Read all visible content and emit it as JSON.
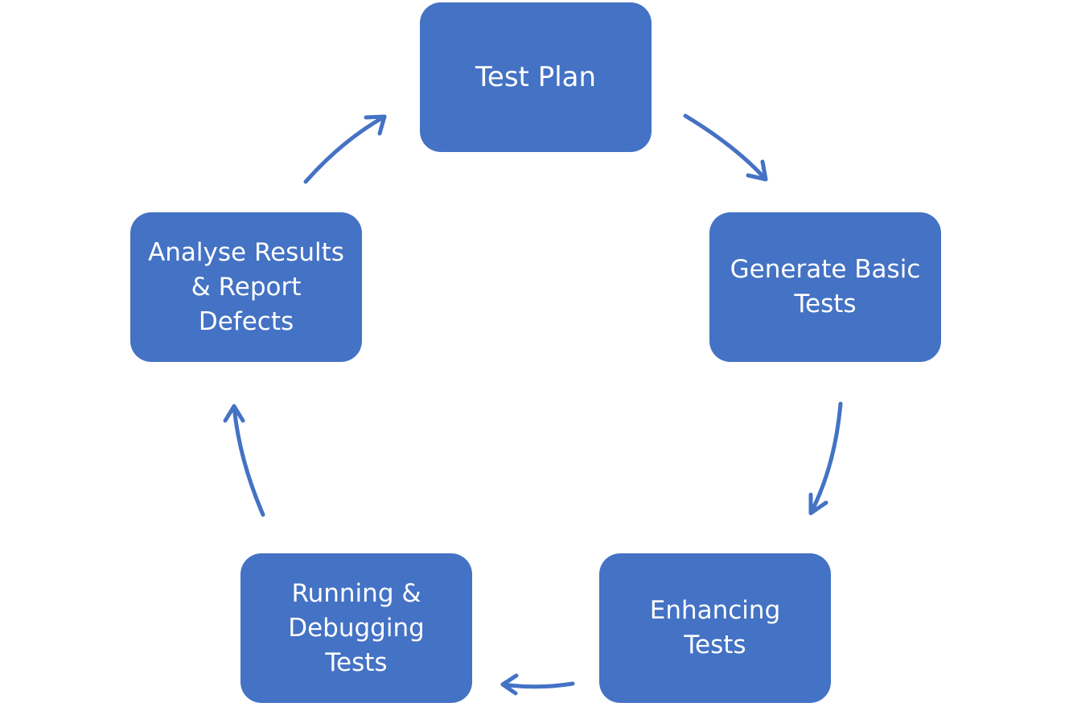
{
  "diagram": {
    "accent_color": "#4472c4",
    "text_color": "#ffffff",
    "background": "#ffffff",
    "nodes": {
      "test_plan": "Test Plan",
      "generate_basic_tests": "Generate Basic\nTests",
      "enhancing_tests": "Enhancing\nTests",
      "running_debugging_tests": "Running &\nDebugging\nTests",
      "analyse_results": "Analyse Results\n& Report\nDefects"
    },
    "edges": [
      {
        "from": "Test Plan",
        "to": "Generate Basic Tests"
      },
      {
        "from": "Generate Basic Tests",
        "to": "Enhancing Tests"
      },
      {
        "from": "Enhancing Tests",
        "to": "Running & Debugging Tests"
      },
      {
        "from": "Running & Debugging Tests",
        "to": "Analyse Results & Report Defects"
      },
      {
        "from": "Analyse Results & Report Defects",
        "to": "Test Plan"
      }
    ]
  }
}
